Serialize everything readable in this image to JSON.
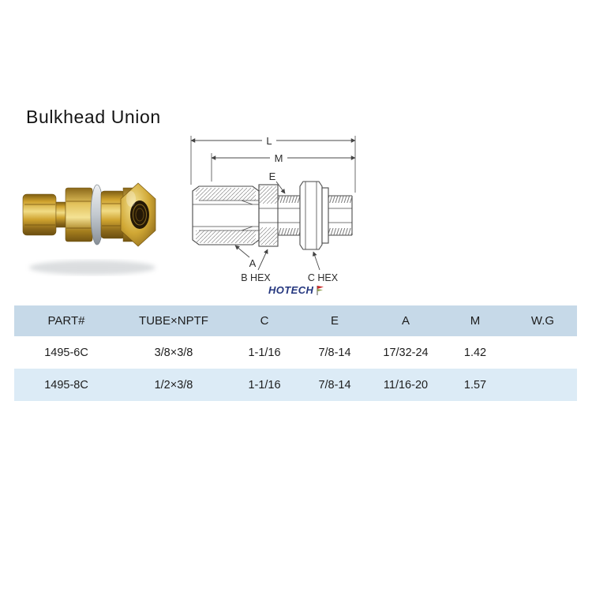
{
  "page": {
    "title": "Bulkhead Union"
  },
  "brand": {
    "name": "HOTECH"
  },
  "diagram": {
    "labels": {
      "L": "L",
      "M": "M",
      "E": "E",
      "A": "A",
      "B_HEX": "B HEX",
      "C_HEX": "C HEX"
    }
  },
  "table": {
    "headers": [
      "PART#",
      "TUBE×NPTF",
      "C",
      "E",
      "A",
      "M",
      "W.G"
    ],
    "rows": [
      [
        "1495-6C",
        "3/8×3/8",
        "1-1/16",
        "7/8-14",
        "17/32-24",
        "1.42",
        ""
      ],
      [
        "1495-8C",
        "1/2×3/8",
        "1-1/16",
        "7/8-14",
        "11/16-20",
        "1.57",
        ""
      ]
    ]
  },
  "colors": {
    "table_header_bg": "#c6d9e8",
    "table_row_alt_bg": "#dcebf6",
    "brand_navy": "#24367e",
    "brass": "#cfa22e"
  }
}
